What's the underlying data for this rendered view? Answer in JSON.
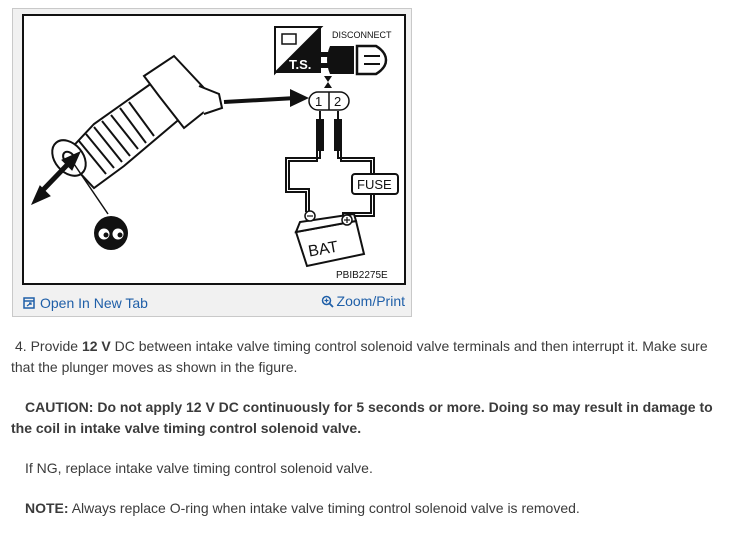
{
  "figure": {
    "labels": {
      "disconnect": "DISCONNECT",
      "ts": "T.S.",
      "terminal_1": "1",
      "terminal_2": "2",
      "fuse": "FUSE",
      "battery": "BAT",
      "code": "PBIB2275E"
    },
    "open_tab_label": "Open In New Tab",
    "zoom_label": "Zoom/Print",
    "icons": [
      "open-new-tab-icon",
      "zoom-icon"
    ]
  },
  "content": {
    "step_number": "4.",
    "step_pre": "Provide",
    "step_voltage": "12 V",
    "step_post": "DC between intake valve timing control solenoid valve terminals and then interrupt it. Make sure that the plunger moves as shown in the figure.",
    "caution_label": "CAUTION:",
    "caution_text": "Do not apply 12 V DC continuously for 5 seconds or more. Doing so may result in damage to the coil in intake valve timing control solenoid valve.",
    "ng_text": "If NG, replace intake valve timing control solenoid valve.",
    "note_label": "NOTE:",
    "note_text": "Always replace O-ring when intake valve timing control solenoid valve is removed."
  },
  "colors": {
    "link": "#1f5fa8",
    "text": "#3b3b3b",
    "frame": "#f1f1f1"
  }
}
